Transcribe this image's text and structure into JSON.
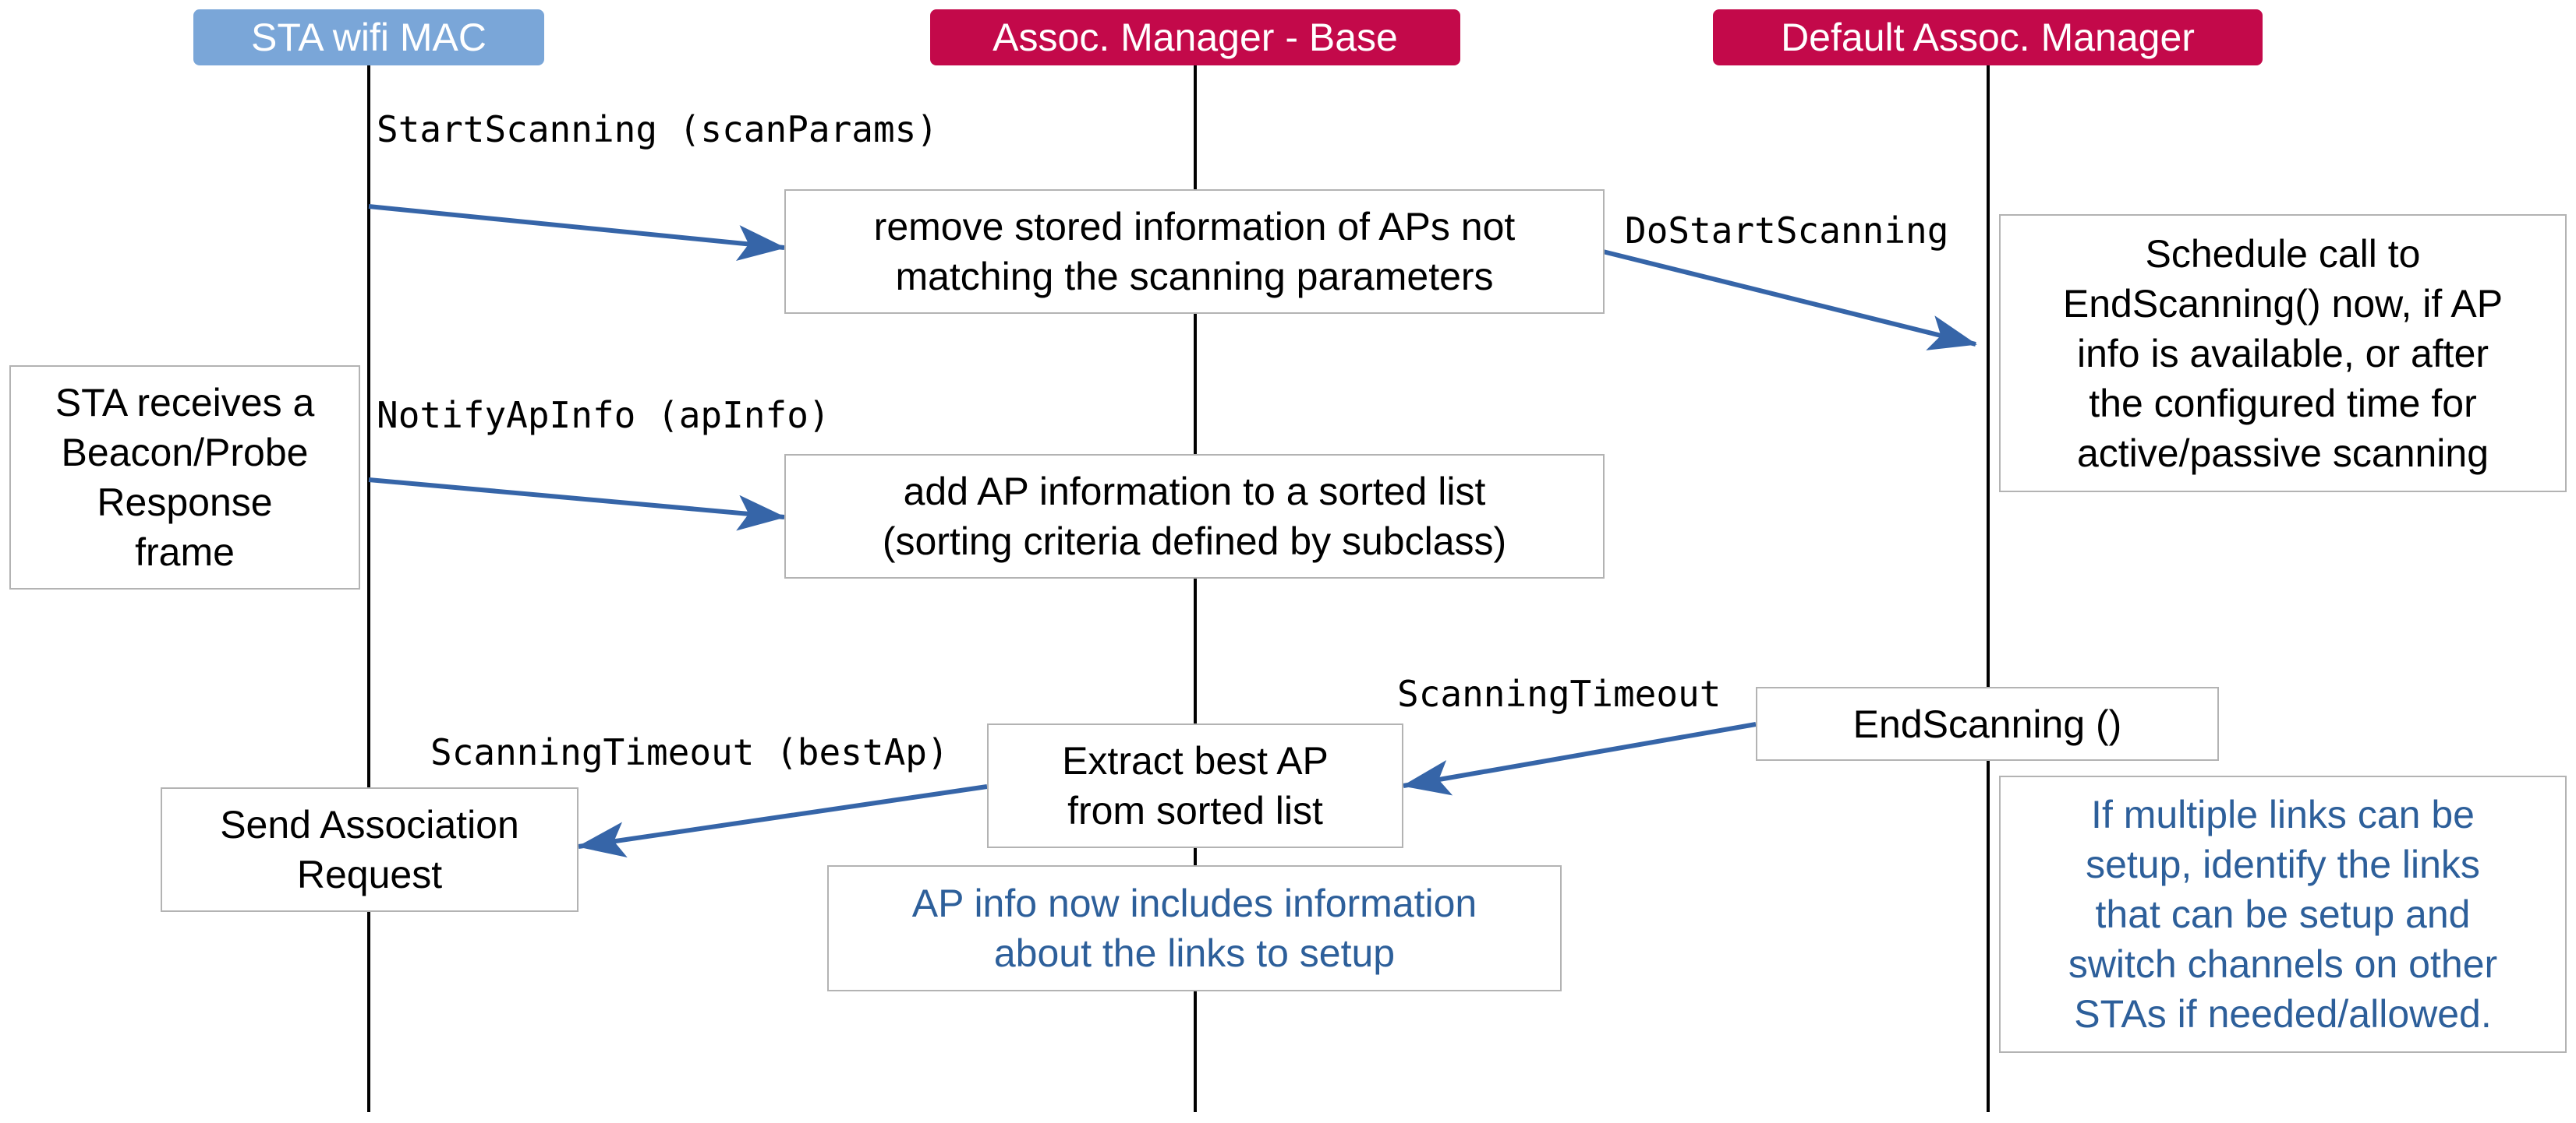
{
  "colors": {
    "lane_sta": "#7aa6d8",
    "lane_manager": "#c3094a",
    "arrow": "#3665a8",
    "note_text": "#2d5f9a"
  },
  "lanes": {
    "sta": "STA wifi MAC",
    "base": "Assoc. Manager - Base",
    "default": "Default Assoc. Manager"
  },
  "messages": {
    "start_scanning": "StartScanning (scanParams)",
    "do_start_scanning": "DoStartScanning",
    "notify_ap_info": "NotifyApInfo (apInfo)",
    "scanning_timeout_base": "ScanningTimeout",
    "scanning_timeout_sta": "ScanningTimeout (bestAp)"
  },
  "boxes": {
    "remove_info": [
      "remove stored information of APs not",
      "matching the scanning parameters"
    ],
    "schedule_call": [
      "Schedule call to",
      "EndScanning() now, if AP",
      "info is available, or after",
      "the configured time for",
      "active/passive scanning"
    ],
    "sta_receives": [
      "STA receives a",
      "Beacon/Probe",
      "Response",
      "frame"
    ],
    "add_ap_info": [
      "add AP information to a sorted list",
      "(sorting criteria defined by subclass)"
    ],
    "end_scanning": [
      "EndScanning ()"
    ],
    "extract_best": [
      "Extract best AP",
      "from sorted list"
    ],
    "send_assoc": [
      "Send Association",
      "Request"
    ],
    "ap_info_note": [
      "AP info now includes information",
      "about the links to setup"
    ],
    "multi_link_note": [
      "If multiple links can be",
      "setup, identify the links",
      "that can be setup and",
      "switch channels on other",
      "STAs if needed/allowed."
    ]
  }
}
